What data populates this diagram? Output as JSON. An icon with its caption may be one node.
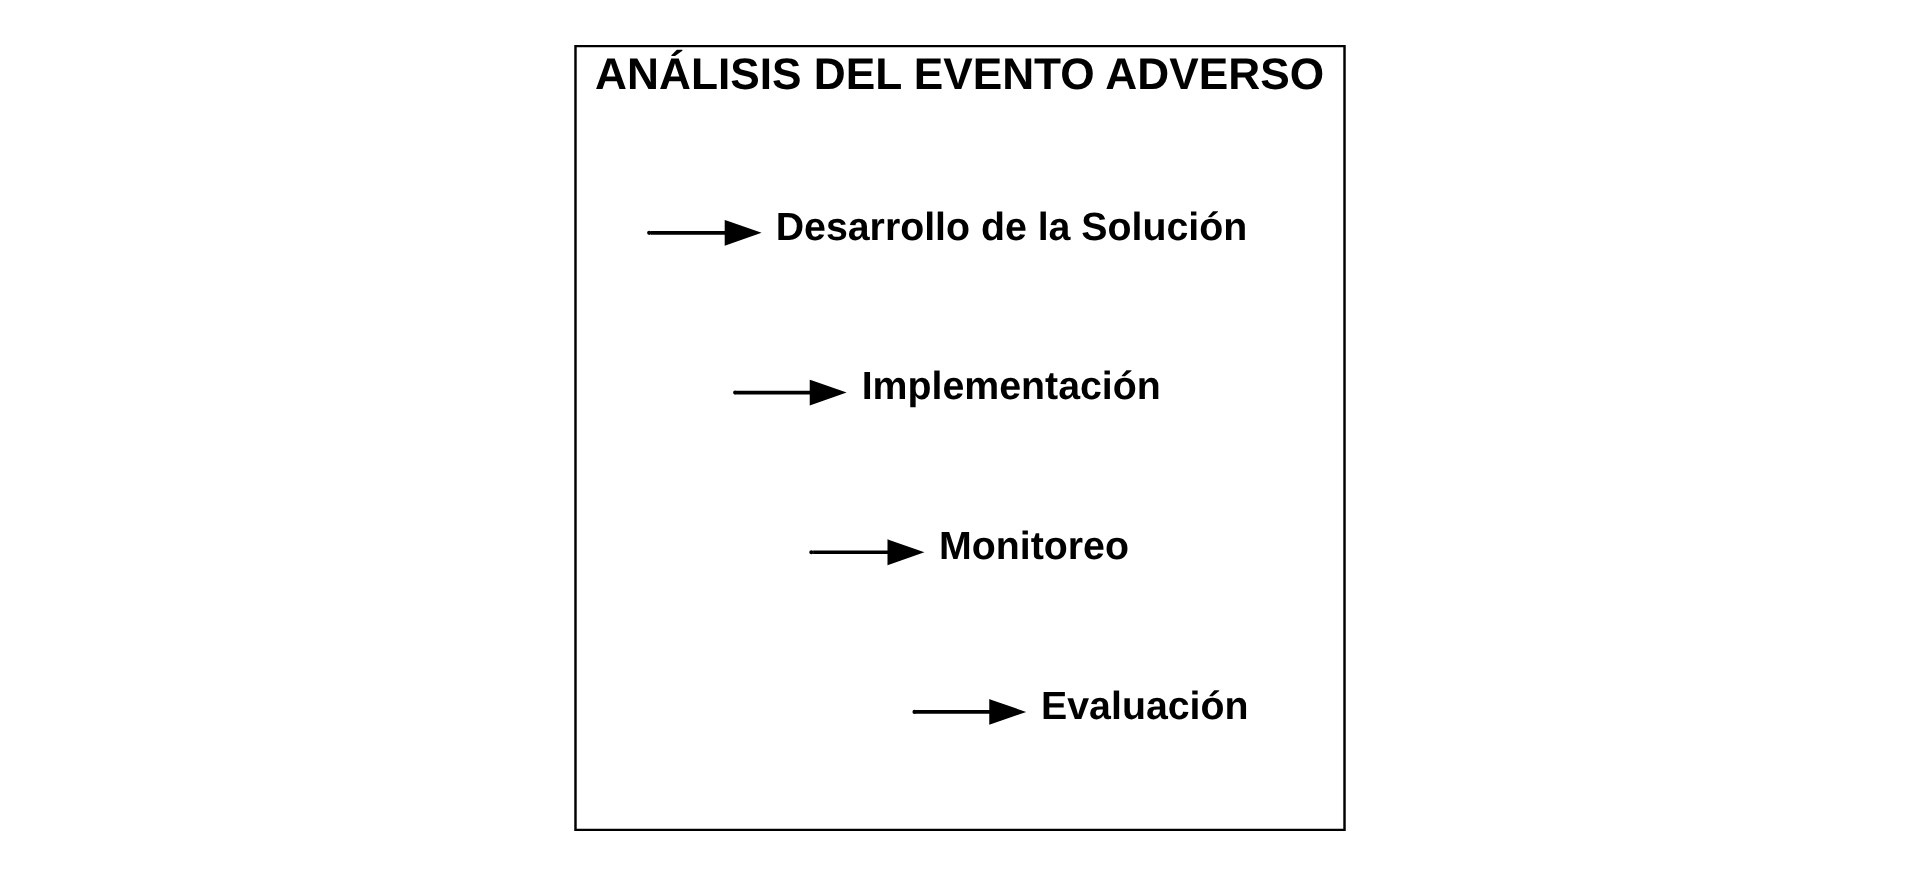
{
  "diagram": {
    "nodes": [
      {
        "text": [
          "ANÁLISIS DEL EVENTO ADVERSO"
        ]
      },
      {
        "text": [
          "Desarrollo de la Solución"
        ],
        "in": 0
      },
      {
        "text": [
          "Implementación"
        ],
        "in": 0
      },
      {
        "text": [
          "Monitoreo"
        ],
        "in": 0
      },
      {
        "text": [
          "Evaluación"
        ],
        "in": 0
      }
    ],
    "edges": [
      {
        "from": null,
        "to": 1,
        "arrow": "to"
      },
      {
        "from": null,
        "to": 2,
        "arrow": "to"
      },
      {
        "from": null,
        "to": 3,
        "arrow": "to"
      },
      {
        "from": null,
        "to": 4,
        "arrow": "to"
      }
    ]
  }
}
